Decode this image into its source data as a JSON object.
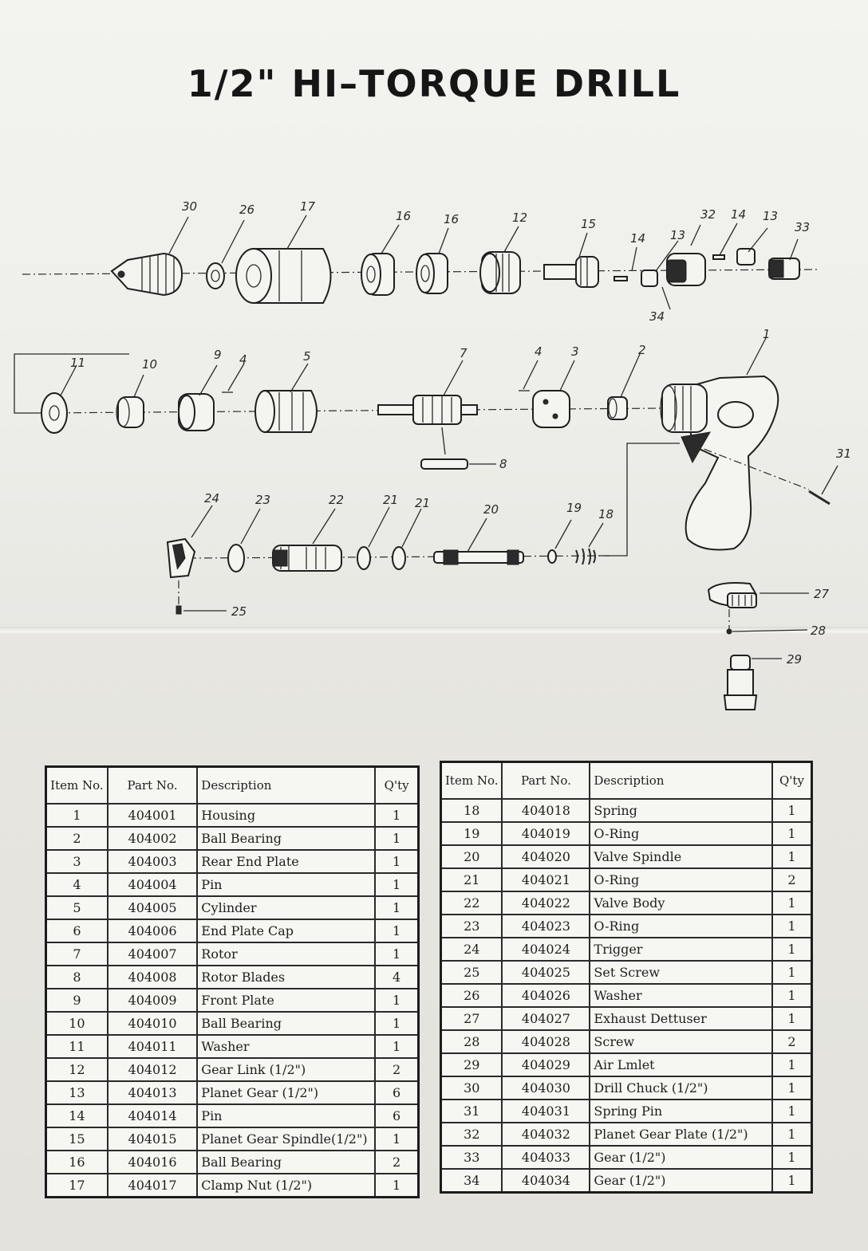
{
  "title": "1/2\" HI–TORQUE DRILL",
  "diagram_labels": {
    "c30": "30",
    "c26": "26",
    "c17": "17",
    "c16a": "16",
    "c16b": "16",
    "c12": "12",
    "c15": "15",
    "c14a": "14",
    "c13a": "13",
    "c32": "32",
    "c14b": "14",
    "c13b": "13",
    "c33": "33",
    "c34": "34",
    "c11": "11",
    "c10": "10",
    "c9": "9",
    "c4a": "4",
    "c5": "5",
    "c7": "7",
    "c4b": "4",
    "c3": "3",
    "c2": "2",
    "c1": "1",
    "c8": "8",
    "c31": "31",
    "c24": "24",
    "c23": "23",
    "c22": "22",
    "c21a": "21",
    "c21b": "21",
    "c20": "20",
    "c19": "19",
    "c18": "18",
    "c25": "25",
    "c27": "27",
    "c28": "28",
    "c29": "29"
  },
  "headers": {
    "item": "Item No.",
    "part": "Part No.",
    "desc": "Description",
    "qty": "Q'ty"
  },
  "table_left": [
    {
      "item": "1",
      "part": "404001",
      "desc": "Housing",
      "qty": "1"
    },
    {
      "item": "2",
      "part": "404002",
      "desc": "Ball Bearing",
      "qty": "1"
    },
    {
      "item": "3",
      "part": "404003",
      "desc": "Rear End Plate",
      "qty": "1"
    },
    {
      "item": "4",
      "part": "404004",
      "desc": "Pin",
      "qty": "1"
    },
    {
      "item": "5",
      "part": "404005",
      "desc": "Cylinder",
      "qty": "1"
    },
    {
      "item": "6",
      "part": "404006",
      "desc": "End Plate Cap",
      "qty": "1"
    },
    {
      "item": "7",
      "part": "404007",
      "desc": "Rotor",
      "qty": "1"
    },
    {
      "item": "8",
      "part": "404008",
      "desc": "Rotor Blades",
      "qty": "4"
    },
    {
      "item": "9",
      "part": "404009",
      "desc": "Front Plate",
      "qty": "1"
    },
    {
      "item": "10",
      "part": "404010",
      "desc": "Ball Bearing",
      "qty": "1"
    },
    {
      "item": "11",
      "part": "404011",
      "desc": "Washer",
      "qty": "1"
    },
    {
      "item": "12",
      "part": "404012",
      "desc": "Gear Link (1/2\")",
      "qty": "2"
    },
    {
      "item": "13",
      "part": "404013",
      "desc": "Planet Gear (1/2\")",
      "qty": "6"
    },
    {
      "item": "14",
      "part": "404014",
      "desc": "Pin",
      "qty": "6"
    },
    {
      "item": "15",
      "part": "404015",
      "desc": "Planet Gear Spindle(1/2\")",
      "qty": "1"
    },
    {
      "item": "16",
      "part": "404016",
      "desc": "Ball Bearing",
      "qty": "2"
    },
    {
      "item": "17",
      "part": "404017",
      "desc": "Clamp Nut (1/2\")",
      "qty": "1"
    }
  ],
  "table_right": [
    {
      "item": "18",
      "part": "404018",
      "desc": "Spring",
      "qty": "1"
    },
    {
      "item": "19",
      "part": "404019",
      "desc": "O-Ring",
      "qty": "1"
    },
    {
      "item": "20",
      "part": "404020",
      "desc": "Valve Spindle",
      "qty": "1"
    },
    {
      "item": "21",
      "part": "404021",
      "desc": "O-Ring",
      "qty": "2"
    },
    {
      "item": "22",
      "part": "404022",
      "desc": "Valve Body",
      "qty": "1"
    },
    {
      "item": "23",
      "part": "404023",
      "desc": "O-Ring",
      "qty": "1"
    },
    {
      "item": "24",
      "part": "404024",
      "desc": "Trigger",
      "qty": "1"
    },
    {
      "item": "25",
      "part": "404025",
      "desc": "Set Screw",
      "qty": "1"
    },
    {
      "item": "26",
      "part": "404026",
      "desc": "Washer",
      "qty": "1"
    },
    {
      "item": "27",
      "part": "404027",
      "desc": "Exhaust Dettuser",
      "qty": "1"
    },
    {
      "item": "28",
      "part": "404028",
      "desc": "Screw",
      "qty": "2"
    },
    {
      "item": "29",
      "part": "404029",
      "desc": "Air Lmlet",
      "qty": "1"
    },
    {
      "item": "30",
      "part": "404030",
      "desc": "Drill Chuck (1/2\")",
      "qty": "1"
    },
    {
      "item": "31",
      "part": "404031",
      "desc": "Spring Pin",
      "qty": "1"
    },
    {
      "item": "32",
      "part": "404032",
      "desc": "Planet Gear Plate (1/2\")",
      "qty": "1"
    },
    {
      "item": "33",
      "part": "404033",
      "desc": "Gear (1/2\")",
      "qty": "1"
    },
    {
      "item": "34",
      "part": "404034",
      "desc": "Gear (1/2\")",
      "qty": "1"
    }
  ]
}
